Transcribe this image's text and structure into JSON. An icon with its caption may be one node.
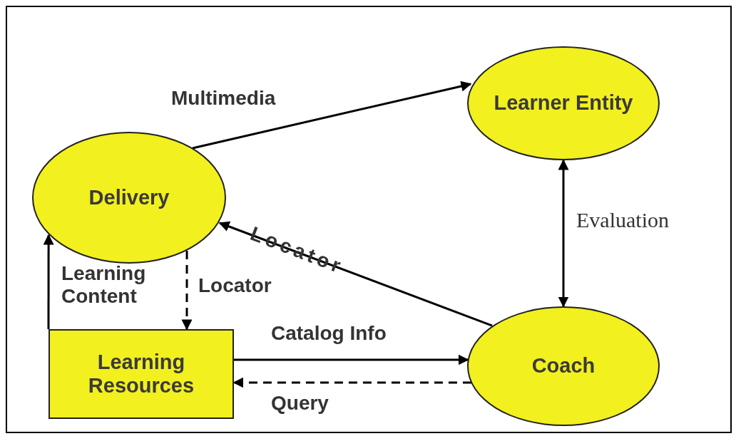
{
  "diagram": {
    "nodes": [
      {
        "text": [
          "Learner Entity"
        ]
      },
      {
        "text": [
          "Delivery"
        ]
      },
      {
        "text": [
          "Learning Resources"
        ]
      },
      {
        "text": [
          "Coach"
        ]
      }
    ],
    "edges": [
      {
        "from": 1,
        "to": 0,
        "arrow": "to",
        "label": "Multimedia"
      },
      {
        "from": 0,
        "to": 3,
        "arrow": "both",
        "label": "Evaluation"
      },
      {
        "from": 3,
        "to": 1,
        "arrow": "to",
        "label": "Locator"
      },
      {
        "from": 2,
        "to": 1,
        "arrow": "to",
        "label": "Learning Content"
      },
      {
        "from": 1,
        "to": 2,
        "arrow": "to",
        "label": "Locator",
        "style": "dashed"
      },
      {
        "from": 2,
        "to": 3,
        "arrow": "to",
        "label": "Catalog Info"
      },
      {
        "from": 3,
        "to": 2,
        "arrow": "to",
        "label": "Query",
        "style": "dashed"
      }
    ]
  }
}
